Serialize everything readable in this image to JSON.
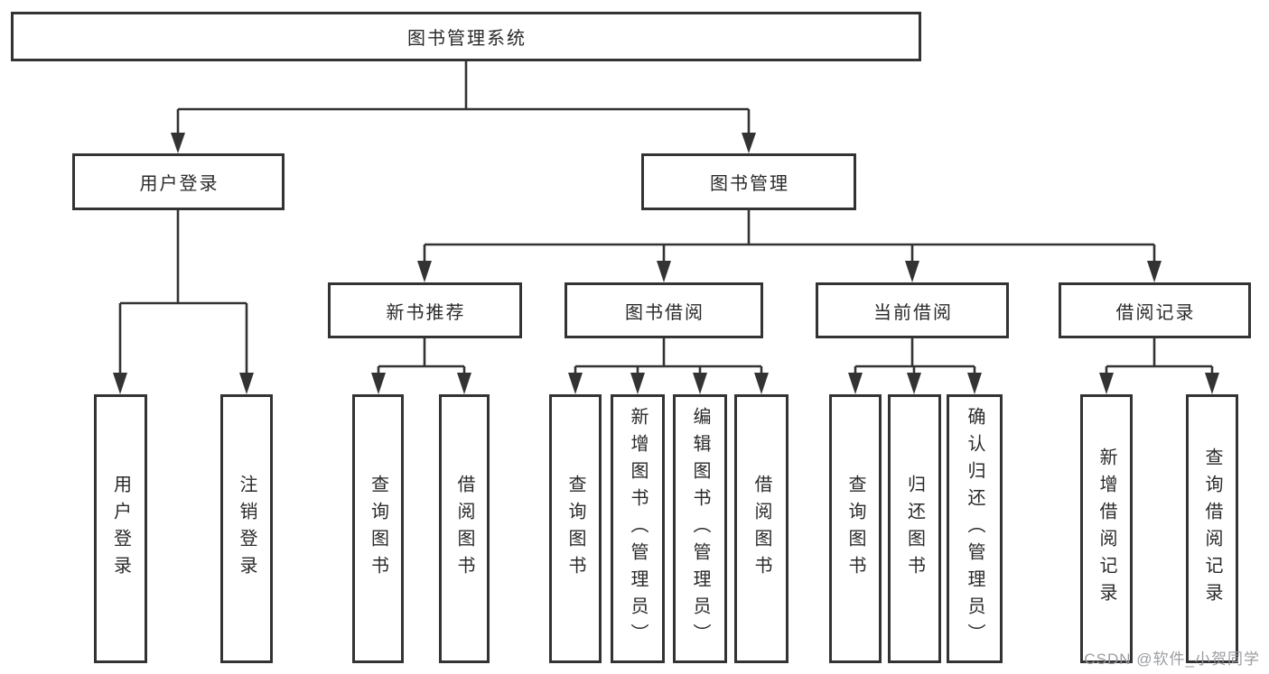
{
  "diagram": {
    "title": "图书管理系统",
    "type": "hierarchy-diagram",
    "colors": {
      "line": "#333333",
      "border": "#333333",
      "text": "#2a2a2a",
      "background": "#ffffff",
      "watermark": "#96989c"
    }
  },
  "tree": {
    "root": {
      "label": "图书管理系统"
    },
    "branches": [
      {
        "label": "用户登录",
        "children": [
          {
            "label": "用户登录"
          },
          {
            "label": "注销登录"
          }
        ]
      },
      {
        "label": "图书管理",
        "groups": [
          {
            "label": "新书推荐",
            "children": [
              {
                "label": "查询图书"
              },
              {
                "label": "借阅图书"
              }
            ]
          },
          {
            "label": "图书借阅",
            "children": [
              {
                "label": "查询图书"
              },
              {
                "label": "新增图书（管理员）"
              },
              {
                "label": "编辑图书（管理员）"
              },
              {
                "label": "借阅图书"
              }
            ]
          },
          {
            "label": "当前借阅",
            "children": [
              {
                "label": "查询图书"
              },
              {
                "label": "归还图书"
              },
              {
                "label": "确认归还（管理员）"
              }
            ]
          },
          {
            "label": "借阅记录",
            "children": [
              {
                "label": "新增借阅记录"
              },
              {
                "label": "查询借阅记录"
              }
            ]
          }
        ]
      }
    ]
  },
  "watermark": {
    "text": "CSDN @软件_小贺同学"
  }
}
